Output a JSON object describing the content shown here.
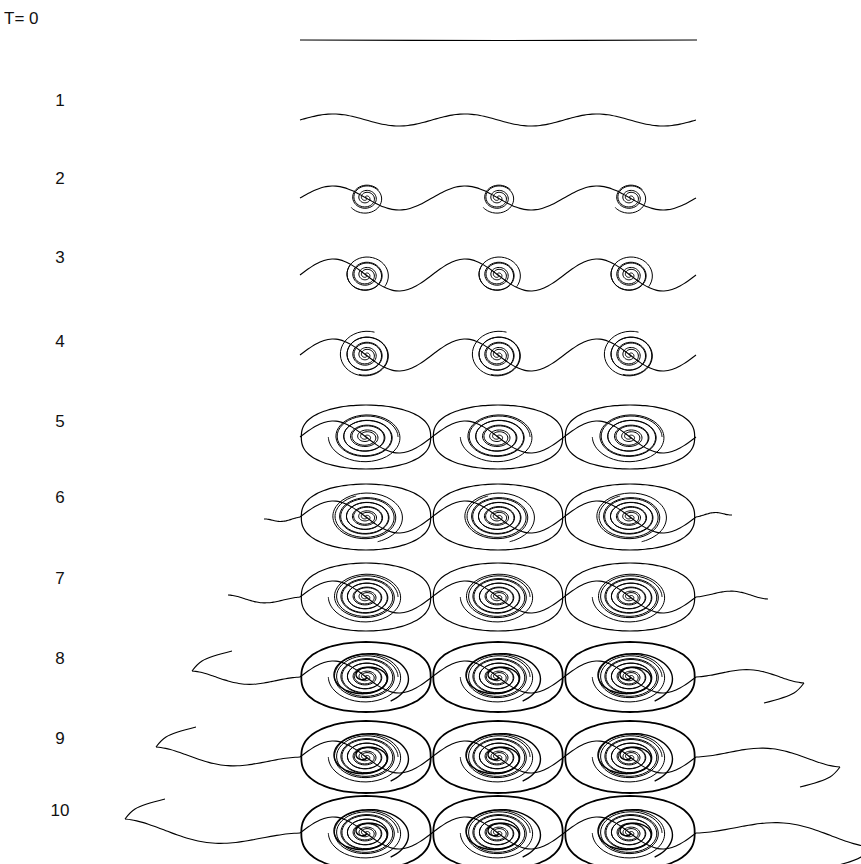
{
  "diagram": {
    "labels": [
      "T= 0",
      "1",
      "2",
      "3",
      "4",
      "5",
      "6",
      "7",
      "8",
      "9",
      "10"
    ]
  }
}
